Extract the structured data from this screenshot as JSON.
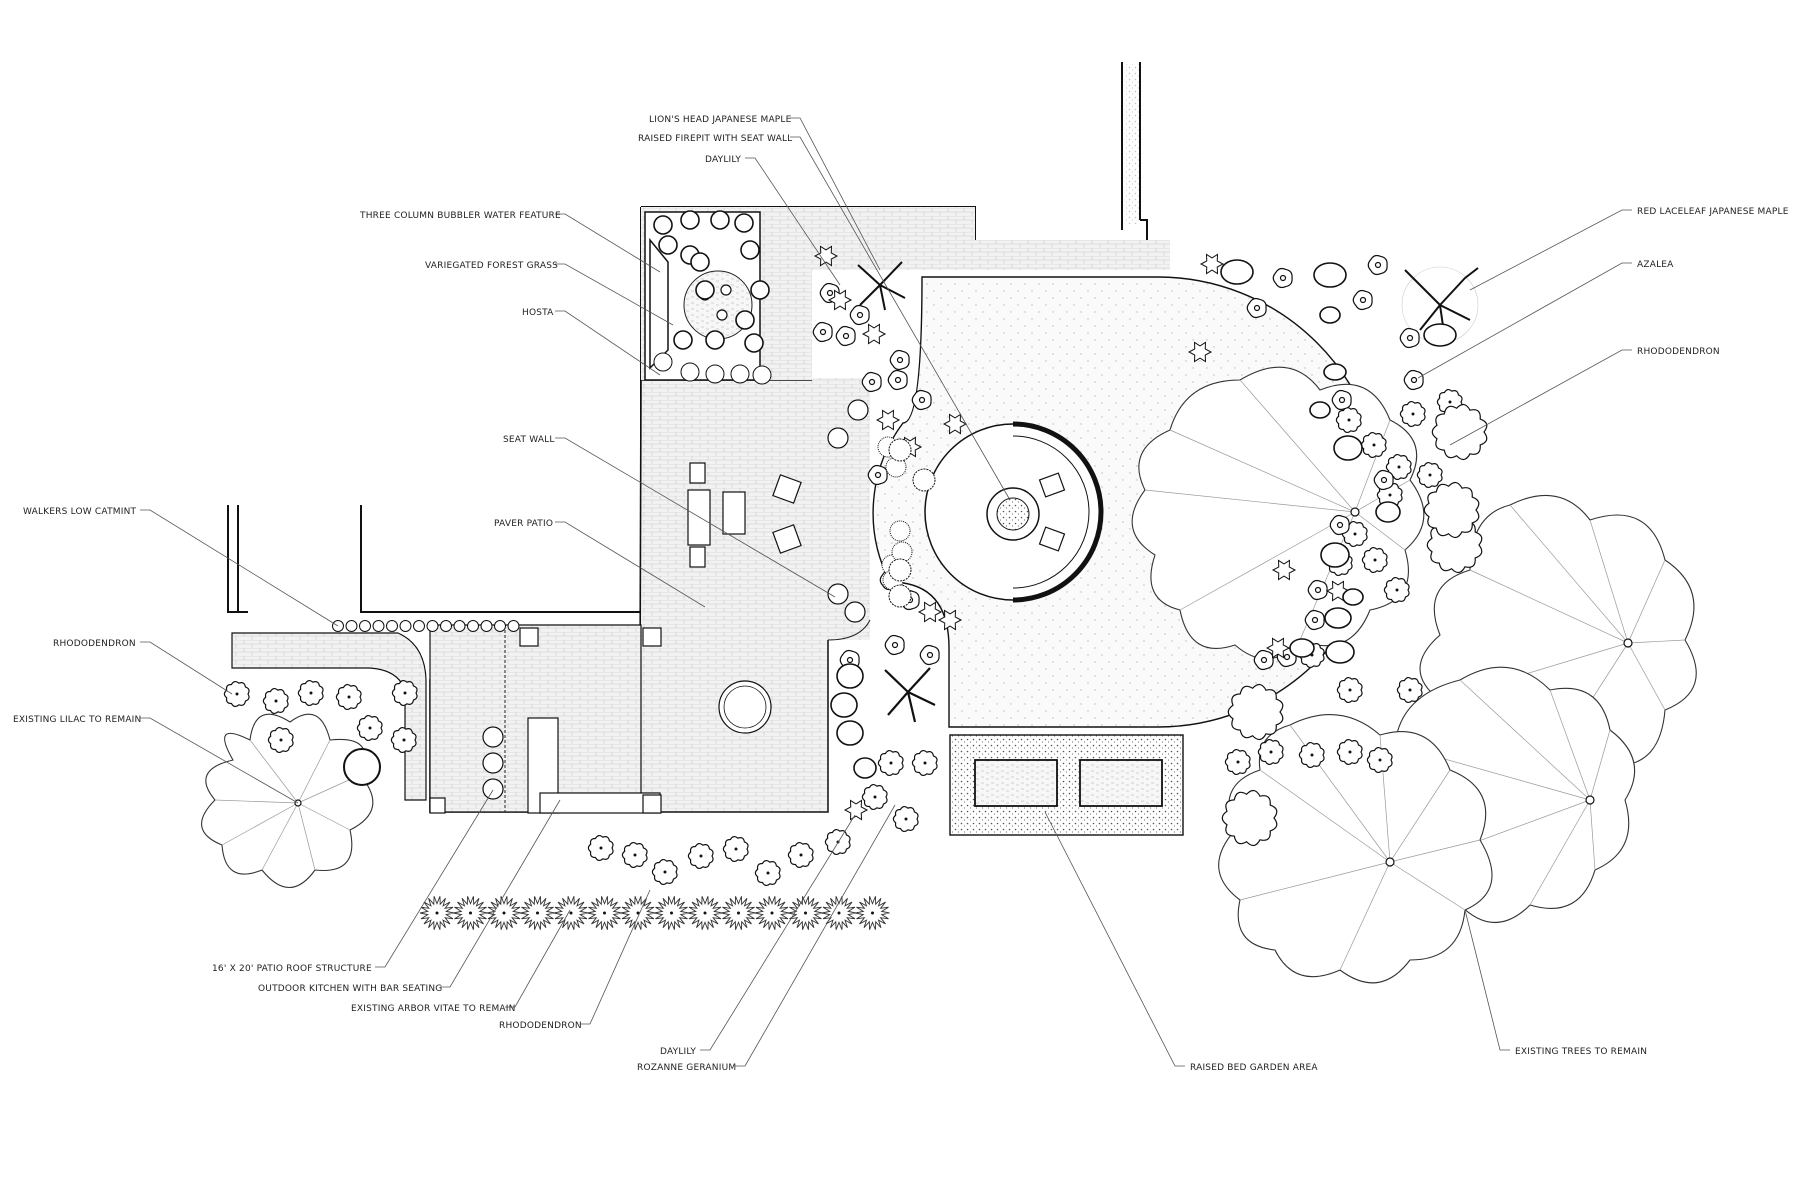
{
  "labels": {
    "lions_head_maple": "LION'S HEAD JAPANESE MAPLE",
    "raised_firepit": "RAISED FIREPIT WITH SEAT WALL",
    "daylily_top": "DAYLILY",
    "bubbler": "THREE COLUMN BUBBLER WATER FEATURE",
    "forest_grass": "VARIEGATED FOREST GRASS",
    "hosta": "HOSTA",
    "seat_wall": "SEAT WALL",
    "paver_patio": "PAVER PATIO",
    "catmint": "WALKERS LOW CATMINT",
    "rhododendron_left": "RHODODENDRON",
    "lilac": "EXISTING LILAC TO REMAIN",
    "roof_structure": "16' X 20' PATIO ROOF STRUCTURE",
    "outdoor_kitchen": "OUTDOOR KITCHEN WITH BAR SEATING",
    "arbor_vitae": "EXISTING ARBOR VITAE TO REMAIN",
    "rhododendron_bottom": "RHODODENDRON",
    "daylily_bottom": "DAYLILY",
    "rozanne": "ROZANNE GERANIUM",
    "raised_bed": "RAISED BED GARDEN AREA",
    "existing_trees": "EXISTING TREES TO REMAIN",
    "red_maple": "RED LACELEAF JAPANESE MAPLE",
    "azalea": "AZALEA",
    "rhododendron_right": "RHODODENDRON"
  }
}
